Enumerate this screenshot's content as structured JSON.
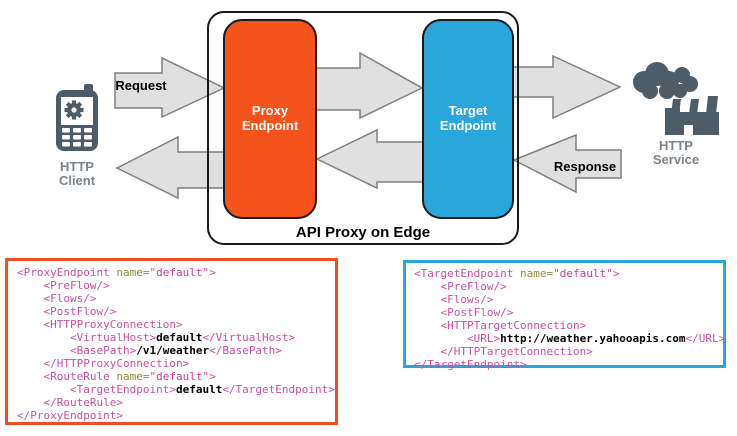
{
  "diagram": {
    "client": {
      "label_lines": [
        "HTTP",
        "Client"
      ]
    },
    "service": {
      "label_lines": [
        "HTTP",
        "Service"
      ]
    },
    "request_label": "Request",
    "response_label": "Response",
    "container_label": "API Proxy on Edge",
    "proxy_endpoint": {
      "label_lines": [
        "Proxy",
        "Endpoint"
      ],
      "color": "#F4531C"
    },
    "target_endpoint": {
      "label_lines": [
        "Target",
        "Endpoint"
      ],
      "color": "#29A7DB"
    }
  },
  "colors": {
    "icon_dark": "#4D5C66",
    "icon_label": "#7C8489",
    "arrow_fill": "#E0E0E0",
    "arrow_stroke": "#7F7F7F",
    "proxy_code_border": "#F04F23",
    "target_code_border": "#29A7DB"
  },
  "code_boxes": [
    {
      "name": "proxy-endpoint-xml",
      "border_color": "#F04F23",
      "lines": [
        [
          {
            "c": "tag",
            "t": "<ProxyEndpoint "
          },
          {
            "c": "attr",
            "t": "name="
          },
          {
            "c": "val",
            "t": "\"default\""
          },
          {
            "c": "tag",
            "t": ">"
          }
        ],
        [
          {
            "c": "tag",
            "t": "    <PreFlow/>"
          }
        ],
        [
          {
            "c": "tag",
            "t": "    <Flows/>"
          }
        ],
        [
          {
            "c": "tag",
            "t": "    <PostFlow/>"
          }
        ],
        [
          {
            "c": "tag",
            "t": "    <HTTPProxyConnection>"
          }
        ],
        [
          {
            "c": "tag",
            "t": "        <VirtualHost>"
          },
          {
            "c": "txt",
            "t": "default"
          },
          {
            "c": "tag",
            "t": "</VirtualHost>"
          }
        ],
        [
          {
            "c": "tag",
            "t": "        <BasePath>"
          },
          {
            "c": "txt",
            "t": "/v1/weather"
          },
          {
            "c": "tag",
            "t": "</BasePath>"
          }
        ],
        [
          {
            "c": "tag",
            "t": "    </HTTPProxyConnection>"
          }
        ],
        [
          {
            "c": "tag",
            "t": "    <RouteRule "
          },
          {
            "c": "attr",
            "t": "name="
          },
          {
            "c": "val",
            "t": "\"default\""
          },
          {
            "c": "tag",
            "t": ">"
          }
        ],
        [
          {
            "c": "tag",
            "t": "        <TargetEndpoint>"
          },
          {
            "c": "txt",
            "t": "default"
          },
          {
            "c": "tag",
            "t": "</TargetEndpoint>"
          }
        ],
        [
          {
            "c": "tag",
            "t": "    </RouteRule>"
          }
        ],
        [
          {
            "c": "tag",
            "t": "</ProxyEndpoint>"
          }
        ]
      ]
    },
    {
      "name": "target-endpoint-xml",
      "border_color": "#29A7DB",
      "lines": [
        [
          {
            "c": "tag",
            "t": "<TargetEndpoint "
          },
          {
            "c": "attr",
            "t": "name="
          },
          {
            "c": "val",
            "t": "\"default\""
          },
          {
            "c": "tag",
            "t": ">"
          }
        ],
        [
          {
            "c": "tag",
            "t": "    <PreFlow/>"
          }
        ],
        [
          {
            "c": "tag",
            "t": "    <Flows/>"
          }
        ],
        [
          {
            "c": "tag",
            "t": "    <PostFlow/>"
          }
        ],
        [
          {
            "c": "tag",
            "t": "    <HTTPTargetConnection>"
          }
        ],
        [
          {
            "c": "tag",
            "t": "        <URL>"
          },
          {
            "c": "txt",
            "t": "http://weather.yahooapis.com"
          },
          {
            "c": "tag",
            "t": "</URL>"
          }
        ],
        [
          {
            "c": "tag",
            "t": "    </HTTPTargetConnection>"
          }
        ],
        [
          {
            "c": "tag",
            "t": "</TargetEndpoint>"
          }
        ]
      ]
    }
  ]
}
